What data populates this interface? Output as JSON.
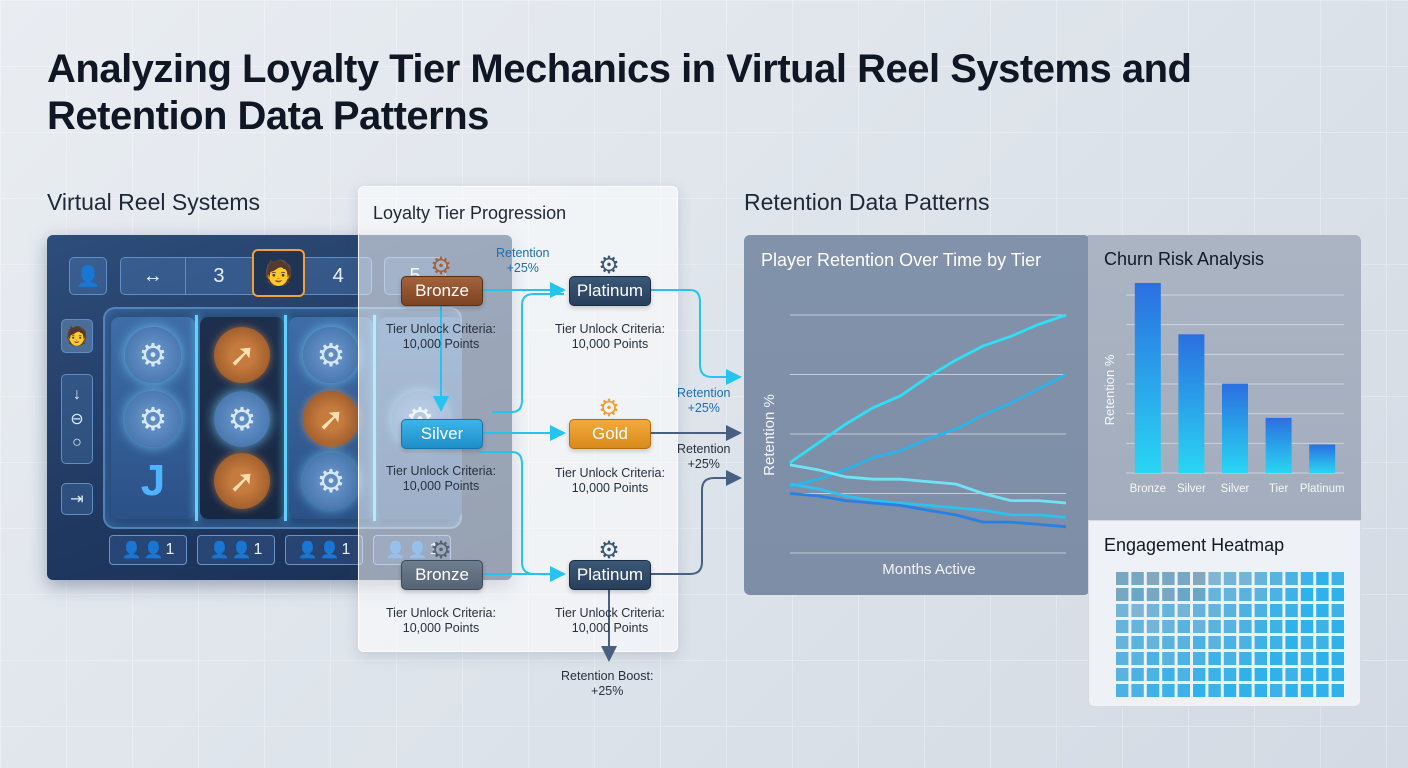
{
  "title": "Analyzing Loyalty Tier Mechanics in Virtual Reel Systems and Retention Data Patterns",
  "sections": {
    "virtual_reel": "Virtual Reel Systems",
    "loyalty": "Loyalty Tier Progression",
    "retention": "Retention Data Patterns"
  },
  "reel": {
    "top_bar": {
      "swap_glyph": "↔",
      "num_left": "3",
      "num_right": "4",
      "num_far": "5"
    },
    "side_glyphs": [
      "↓",
      "⊖",
      "○"
    ],
    "exit_glyph": "⇥",
    "reel_symbols": [
      [
        "gear",
        "gear",
        "J"
      ],
      [
        "coin",
        "gear",
        "coin"
      ],
      [
        "gear",
        "coin",
        "gear"
      ]
    ],
    "player_counts": [
      "1",
      "1",
      "1",
      "1"
    ]
  },
  "loyalty": {
    "tiers": {
      "bronze_top": "Bronze",
      "platinum_top": "Platinum",
      "silver": "Silver",
      "gold": "Gold",
      "bronze_bottom": "Bronze",
      "platinum_bottom": "Platinum"
    },
    "criteria_line1": "Tier Unlock Criteria:",
    "criteria_line2": "10,000 Points",
    "retention_label": "Retention",
    "retention_value": "+25%",
    "boost_label": "Retention Boost:",
    "boost_value": "+25%"
  },
  "colors": {
    "bronze": "#a4623a",
    "silver": "#2aa3dc",
    "gold": "#eba232",
    "platinum": "#334d6c",
    "accent_cyan": "#2ed5f5"
  },
  "chart_data": [
    {
      "type": "line",
      "title": "Player Retention Over Time by Tier",
      "xlabel": "Months Active",
      "ylabel": "Retention %",
      "x": [
        0,
        1,
        2,
        3,
        4,
        5,
        6,
        7,
        8,
        9,
        10
      ],
      "ylim": [
        0,
        100
      ],
      "grid": true,
      "series": [
        {
          "values": [
            38,
            46,
            54,
            61,
            66,
            74,
            81,
            87,
            91,
            96,
            100
          ]
        },
        {
          "values": [
            28,
            31,
            35,
            40,
            43,
            48,
            52,
            58,
            63,
            69,
            75
          ]
        },
        {
          "values": [
            37,
            35,
            32,
            31,
            31,
            30,
            29,
            25,
            22,
            22,
            21
          ]
        },
        {
          "values": [
            29,
            27,
            24,
            22,
            21,
            20,
            19,
            18,
            16,
            16,
            15
          ]
        },
        {
          "values": [
            25,
            24,
            22,
            21,
            20,
            18,
            16,
            13,
            13,
            12,
            11
          ]
        }
      ]
    },
    {
      "type": "bar",
      "title": "Churn Risk Analysis",
      "ylabel": "Retention %",
      "categories": [
        "Bronze",
        "Silver",
        "Silver",
        "Tier",
        "Platinum"
      ],
      "values": [
        100,
        73,
        47,
        29,
        15
      ],
      "ylim": [
        0,
        100
      ],
      "grid": true
    },
    {
      "type": "heatmap",
      "title": "Engagement Heatmap",
      "rows": 8,
      "cols": 15,
      "values": [
        [
          3,
          3,
          2,
          3,
          3,
          2,
          3,
          4,
          4,
          5,
          6,
          7,
          8,
          9,
          8
        ],
        [
          3,
          4,
          3,
          3,
          4,
          4,
          5,
          5,
          6,
          6,
          7,
          8,
          9,
          9,
          9
        ],
        [
          4,
          3,
          4,
          5,
          4,
          5,
          5,
          6,
          7,
          7,
          8,
          8,
          9,
          9,
          8
        ],
        [
          5,
          5,
          4,
          5,
          6,
          5,
          6,
          6,
          7,
          8,
          8,
          9,
          9,
          8,
          9
        ],
        [
          5,
          6,
          5,
          6,
          6,
          7,
          6,
          7,
          7,
          8,
          8,
          9,
          8,
          8,
          9
        ],
        [
          6,
          6,
          7,
          6,
          7,
          7,
          8,
          7,
          8,
          8,
          9,
          9,
          8,
          9,
          9
        ],
        [
          6,
          7,
          7,
          8,
          7,
          8,
          8,
          8,
          9,
          9,
          9,
          8,
          9,
          9,
          9
        ],
        [
          7,
          7,
          8,
          8,
          8,
          9,
          8,
          9,
          9,
          9,
          8,
          9,
          9,
          9,
          9
        ]
      ]
    }
  ]
}
